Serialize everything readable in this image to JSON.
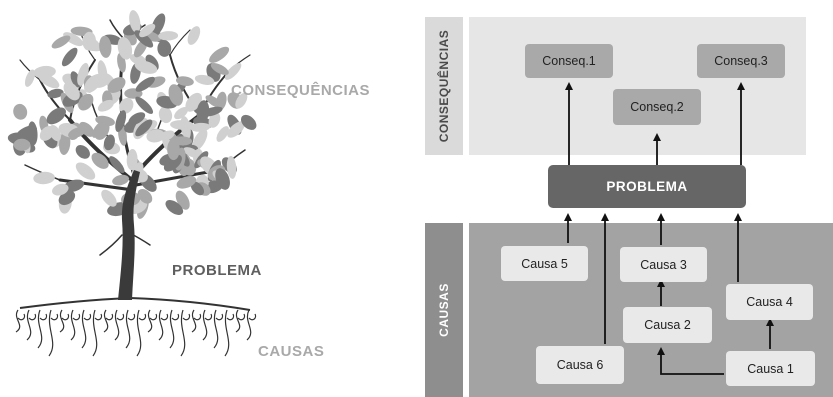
{
  "tree": {
    "consequencias_label": "CONSEQUÊNCIAS",
    "problema_label": "PROBLEMA",
    "causas_label": "CAUSAS"
  },
  "diagram": {
    "consequencias_band_label": "CONSEQUÊNCIAS",
    "causas_band_label": "CAUSAS",
    "problema": "PROBLEMA",
    "consequencias": [
      "Conseq.1",
      "Conseq.2",
      "Conseq.3"
    ],
    "causas": [
      "Causa 1",
      "Causa 2",
      "Causa 3",
      "Causa 4",
      "Causa 5",
      "Causa 6"
    ]
  },
  "colors": {
    "leaf_light": "#d0d0d0",
    "leaf_mid": "#a8a8a8",
    "leaf_dark": "#7a7a7a",
    "trunk": "#3a3a3a"
  }
}
